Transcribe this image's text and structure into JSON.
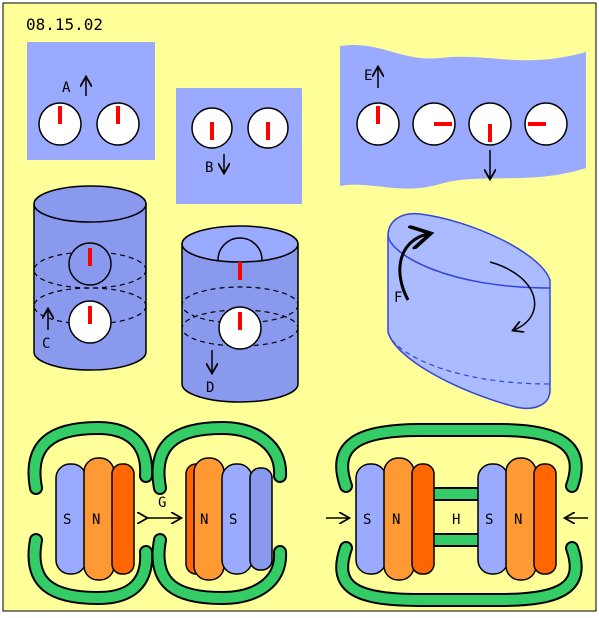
{
  "header": {
    "date": "08.15.02"
  },
  "labels": {
    "a": "A",
    "b": "B",
    "c": "C",
    "d": "D",
    "e": "E",
    "f": "F",
    "g": "G",
    "h": "H"
  },
  "poles": {
    "south": "S",
    "north": "N"
  },
  "colors": {
    "background": "#ffff99",
    "panel": "#99aaff",
    "cylinder": "#8899ee",
    "dial": "#ffffff",
    "needle": "#ff0000",
    "outline": "#000000",
    "magnet_south": "#99aaff",
    "magnet_north": "#ff9933",
    "magnet_north_face": "#ff6600",
    "flux_loop": "#33cc66",
    "flux_loop_inner": "#ffff99",
    "ellipse_shape": "#aabbff",
    "ellipse_outline": "#3344dd"
  }
}
